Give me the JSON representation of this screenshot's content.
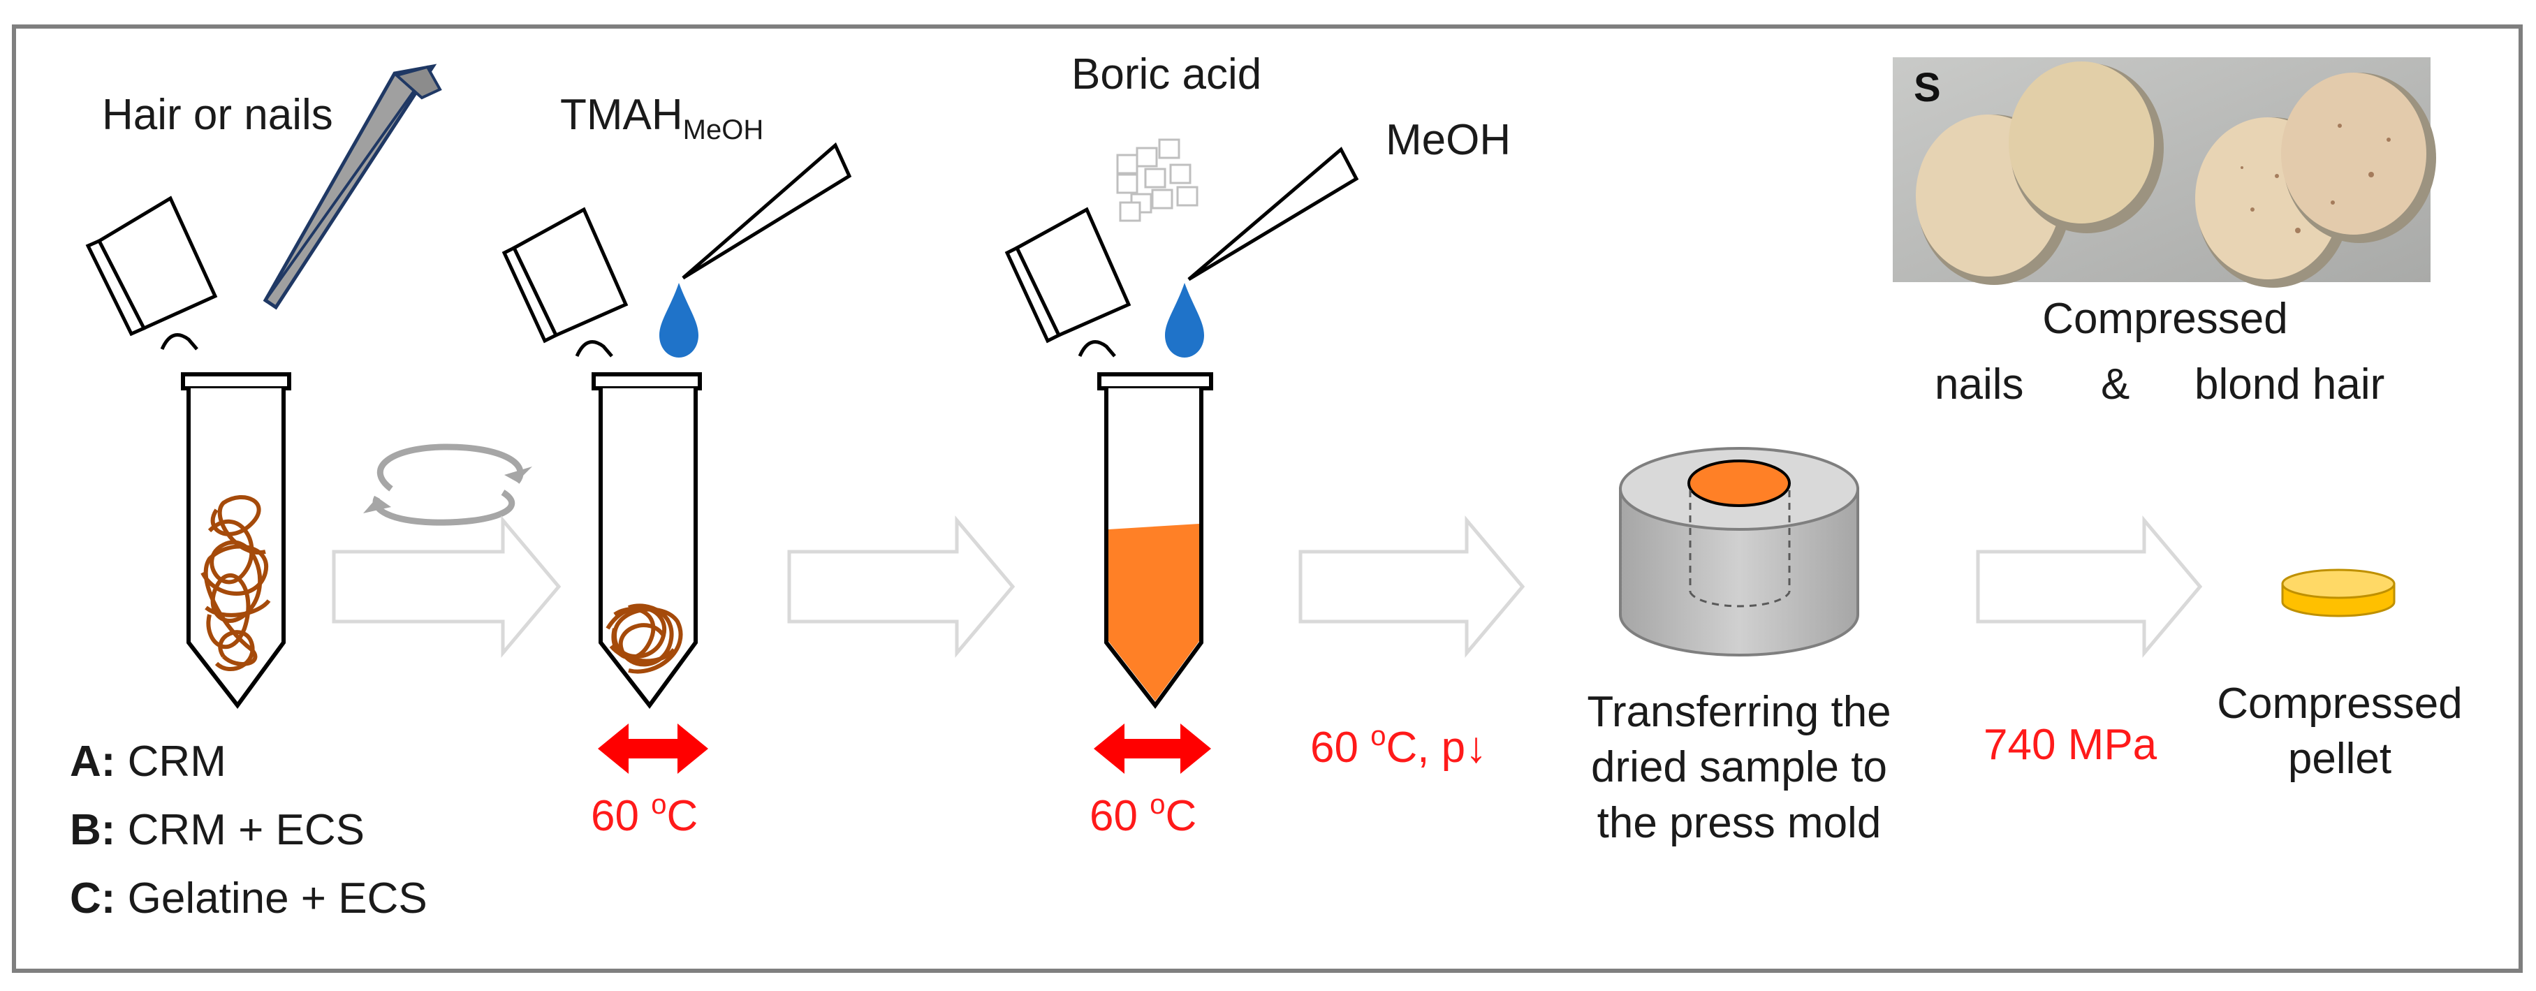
{
  "labels": {
    "hair_or_nails": "Hair or nails",
    "tmah": "TMAH",
    "tmah_sub": "MeOH",
    "boric_acid": "Boric acid",
    "meoh": "MeOH",
    "photo_label": "S",
    "compressed_top": "Compressed",
    "nails": "nails",
    "amp": "&",
    "blond_hair": "blond hair",
    "temp1_value": "60 ",
    "temp1_sup": "o",
    "temp1_unit": "C",
    "temp2_value": "60 ",
    "temp2_sup": "o",
    "temp2_unit": "C",
    "temp3_value": "60 ",
    "temp3_sup": "o",
    "temp3_unit": "C, p↓",
    "transfer_line1": "Transferring the",
    "transfer_line2": "dried sample to",
    "transfer_line3": "the press mold",
    "pressure": "740 MPa",
    "pellet_line1": "Compressed",
    "pellet_line2": "pellet",
    "sample_a_key": "A:",
    "sample_a_value": " CRM",
    "sample_b_key": "B:",
    "sample_b_value": " CRM + ECS",
    "sample_c_key": "C:",
    "sample_c_value": " Gelatine + ECS"
  },
  "colors": {
    "frame": "#7f7f7f",
    "hair": "#a54a0a",
    "drop": "#1f73c9",
    "liquid": "#ff8026",
    "heat_arrow": "#ff0000",
    "process_arrow": "#d9d9d9",
    "pellet": "#ffc000",
    "pellet_top": "#ffd966",
    "mold": "#bfbfbf",
    "mold_core": "#ff8026",
    "photo_bg": "#b7b8b6",
    "disc": "#e4d2b2"
  }
}
